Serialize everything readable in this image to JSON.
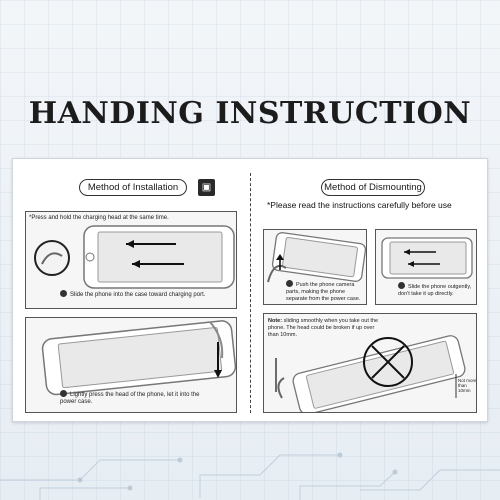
{
  "title": "HANDING INSTRUCTION",
  "installation": {
    "heading": "Method of Installation",
    "step1_note": "*Press and hold the charging head at the same time.",
    "step2_caption": "Slide the phone into the case toward charging port.",
    "step3_caption": "Lightly press the head of the phone, let it into the power case."
  },
  "dismounting": {
    "heading": "Method of Dismounting",
    "warning": "*Please read the instructions carefully before use",
    "step1_caption": "Push the phone camera parts, making the phone separate from the power case.",
    "step2_caption": "Slide the phone outgently, don't take it up directly.",
    "note_label": "Note:",
    "note_text": "sliding smoothly when you take out the phone. The head could be broken if up over than 10mm.",
    "limit_label": "Not more than 10mm"
  },
  "colors": {
    "ink": "#1c1c1c",
    "panel": "#f6f6f6",
    "background": "#eef3f7"
  }
}
